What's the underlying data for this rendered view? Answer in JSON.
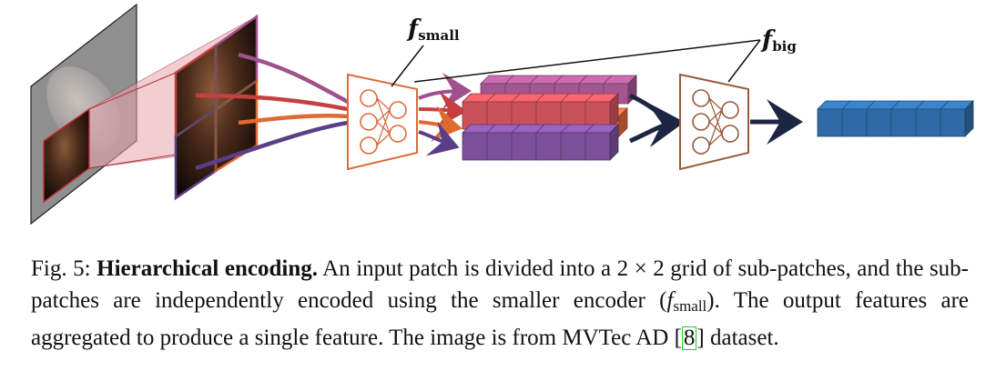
{
  "diagram": {
    "f_small_base": "f",
    "f_small_sub": "small",
    "f_big_base": "f",
    "f_big_sub": "big",
    "colors": {
      "red_block": "#c9515a",
      "purple_block": "#7b4f9a",
      "mauve_block": "#a3568f",
      "orange_encoder": "#dc6a3c",
      "brown_encoder": "#9a5a3c",
      "blue_output": "#2f6aa6",
      "dark_arrow": "#1c2541"
    }
  },
  "caption": {
    "fig_label": "Fig. 5:",
    "title": "Hierarchical encoding.",
    "text1": "An input patch is divided into a 2 × 2 grid of sub-patches, and the sub-patches are independently encoded using the smaller encoder (",
    "math_base": "f",
    "math_sub": "small",
    "text2": "). The output features are aggregated to produce a single feature. The image is from MVTec AD [",
    "cite": "8",
    "text3": "] dataset."
  }
}
